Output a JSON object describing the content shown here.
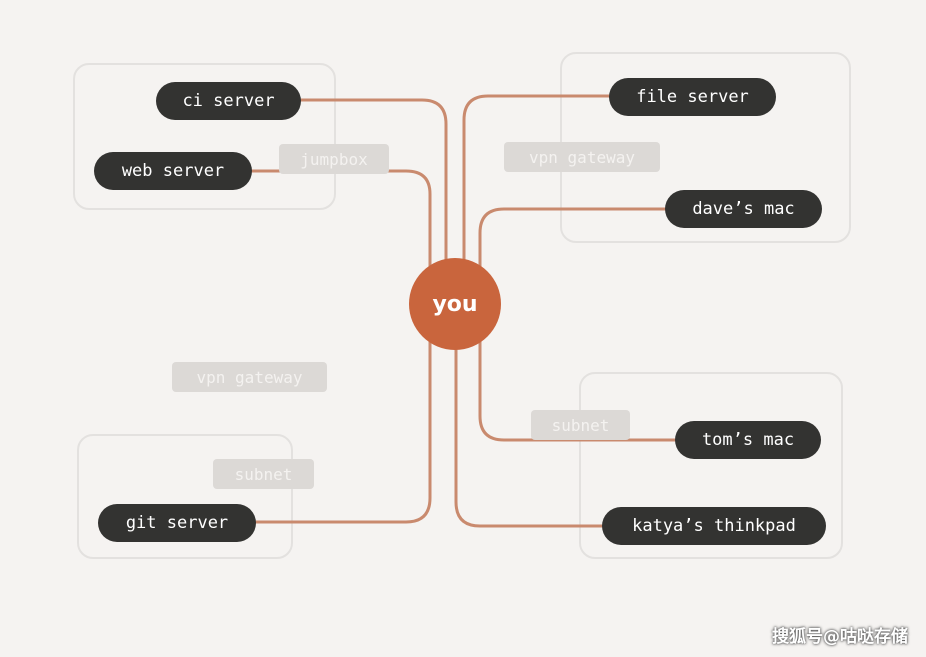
{
  "diagram": {
    "center": {
      "label": "you"
    },
    "nodes": [
      {
        "id": "ci-server",
        "label": "ci server"
      },
      {
        "id": "web-server",
        "label": "web server"
      },
      {
        "id": "git-server",
        "label": "git server"
      },
      {
        "id": "file-server",
        "label": "file server"
      },
      {
        "id": "daves-mac",
        "label": "dave’s mac"
      },
      {
        "id": "toms-mac",
        "label": "tom’s mac"
      },
      {
        "id": "katyas-thinkpad",
        "label": "katya’s thinkpad"
      }
    ],
    "tags": [
      {
        "id": "jumpbox",
        "label": "jumpbox"
      },
      {
        "id": "vpn-gateway-right",
        "label": "vpn gateway"
      },
      {
        "id": "vpn-gateway-left",
        "label": "vpn gateway"
      },
      {
        "id": "subnet-left",
        "label": "subnet"
      },
      {
        "id": "subnet-right",
        "label": "subnet"
      }
    ],
    "links": [
      {
        "from": "you",
        "to": "ci-server"
      },
      {
        "from": "you",
        "to": "web-server"
      },
      {
        "from": "you",
        "to": "git-server"
      },
      {
        "from": "you",
        "to": "file-server"
      },
      {
        "from": "you",
        "to": "daves-mac"
      },
      {
        "from": "you",
        "to": "toms-mac"
      },
      {
        "from": "you",
        "to": "katyas-thinkpad"
      }
    ],
    "colors": {
      "background": "#f5f3f1",
      "node": "#333331",
      "hub": "#c9653d",
      "link": "#c98a6e",
      "tag": "#dcd9d6",
      "group_border": "#e3e1df"
    }
  },
  "watermark": {
    "text": "搜狐号@咕哒存储"
  }
}
